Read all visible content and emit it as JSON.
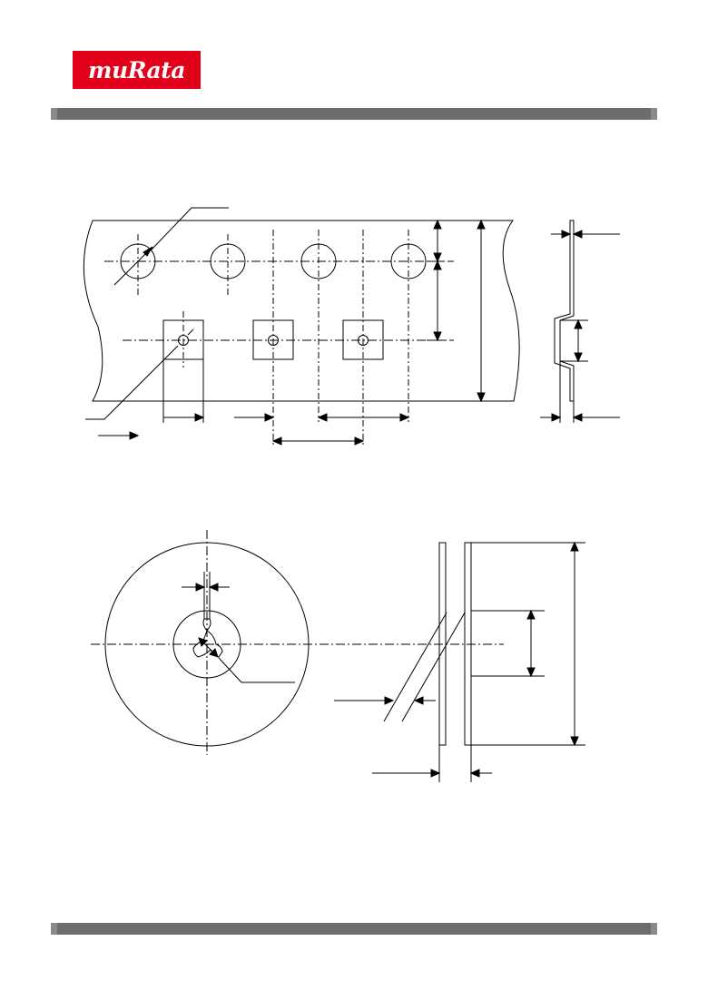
{
  "brand": {
    "logo_text": "muRata",
    "logo_color": "#e2001a",
    "logo_text_color": "#ffffff"
  },
  "decor": {
    "bar_color": "#6d6d6d",
    "bar_cap_color": "#8a8a8a",
    "line_color": "#000000",
    "paper_color": "#ffffff"
  },
  "figures": {
    "carrier_tape": {
      "pocket_count": 3,
      "sprocket_hole_count": 4
    },
    "reel": {
      "hub_slot_count": 3
    }
  }
}
